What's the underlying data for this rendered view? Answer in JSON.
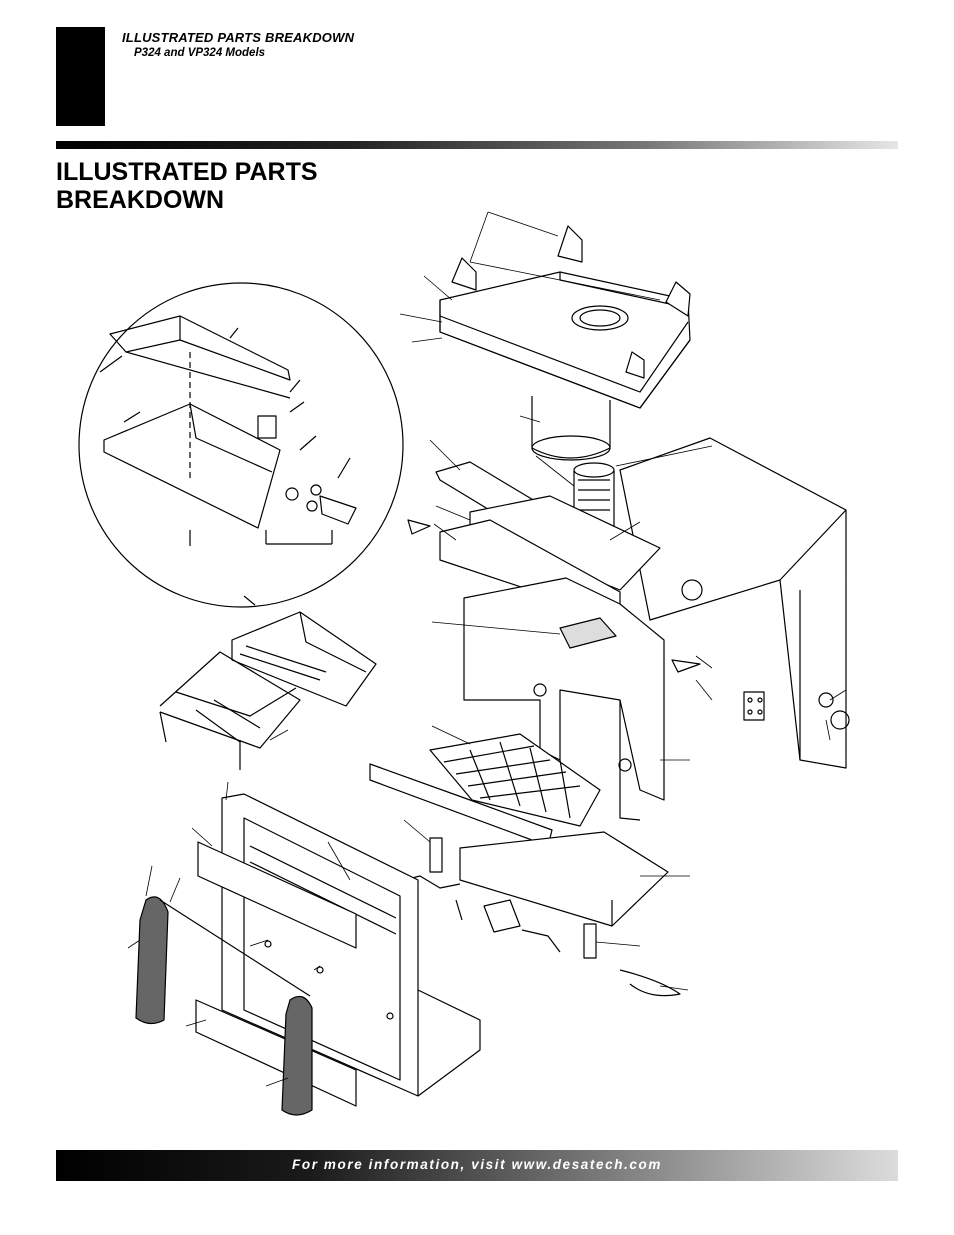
{
  "header": {
    "section_title": "ILLUSTRATED PARTS BREAKDOWN",
    "models": "P324 and VP324 Models"
  },
  "page": {
    "title_line1": "ILLUSTRATED PARTS",
    "title_line2": "BREAKDOWN"
  },
  "footer": {
    "text": "For more information, visit www.desatech.com"
  },
  "colors": {
    "ink": "#000000",
    "paper": "#ffffff"
  }
}
